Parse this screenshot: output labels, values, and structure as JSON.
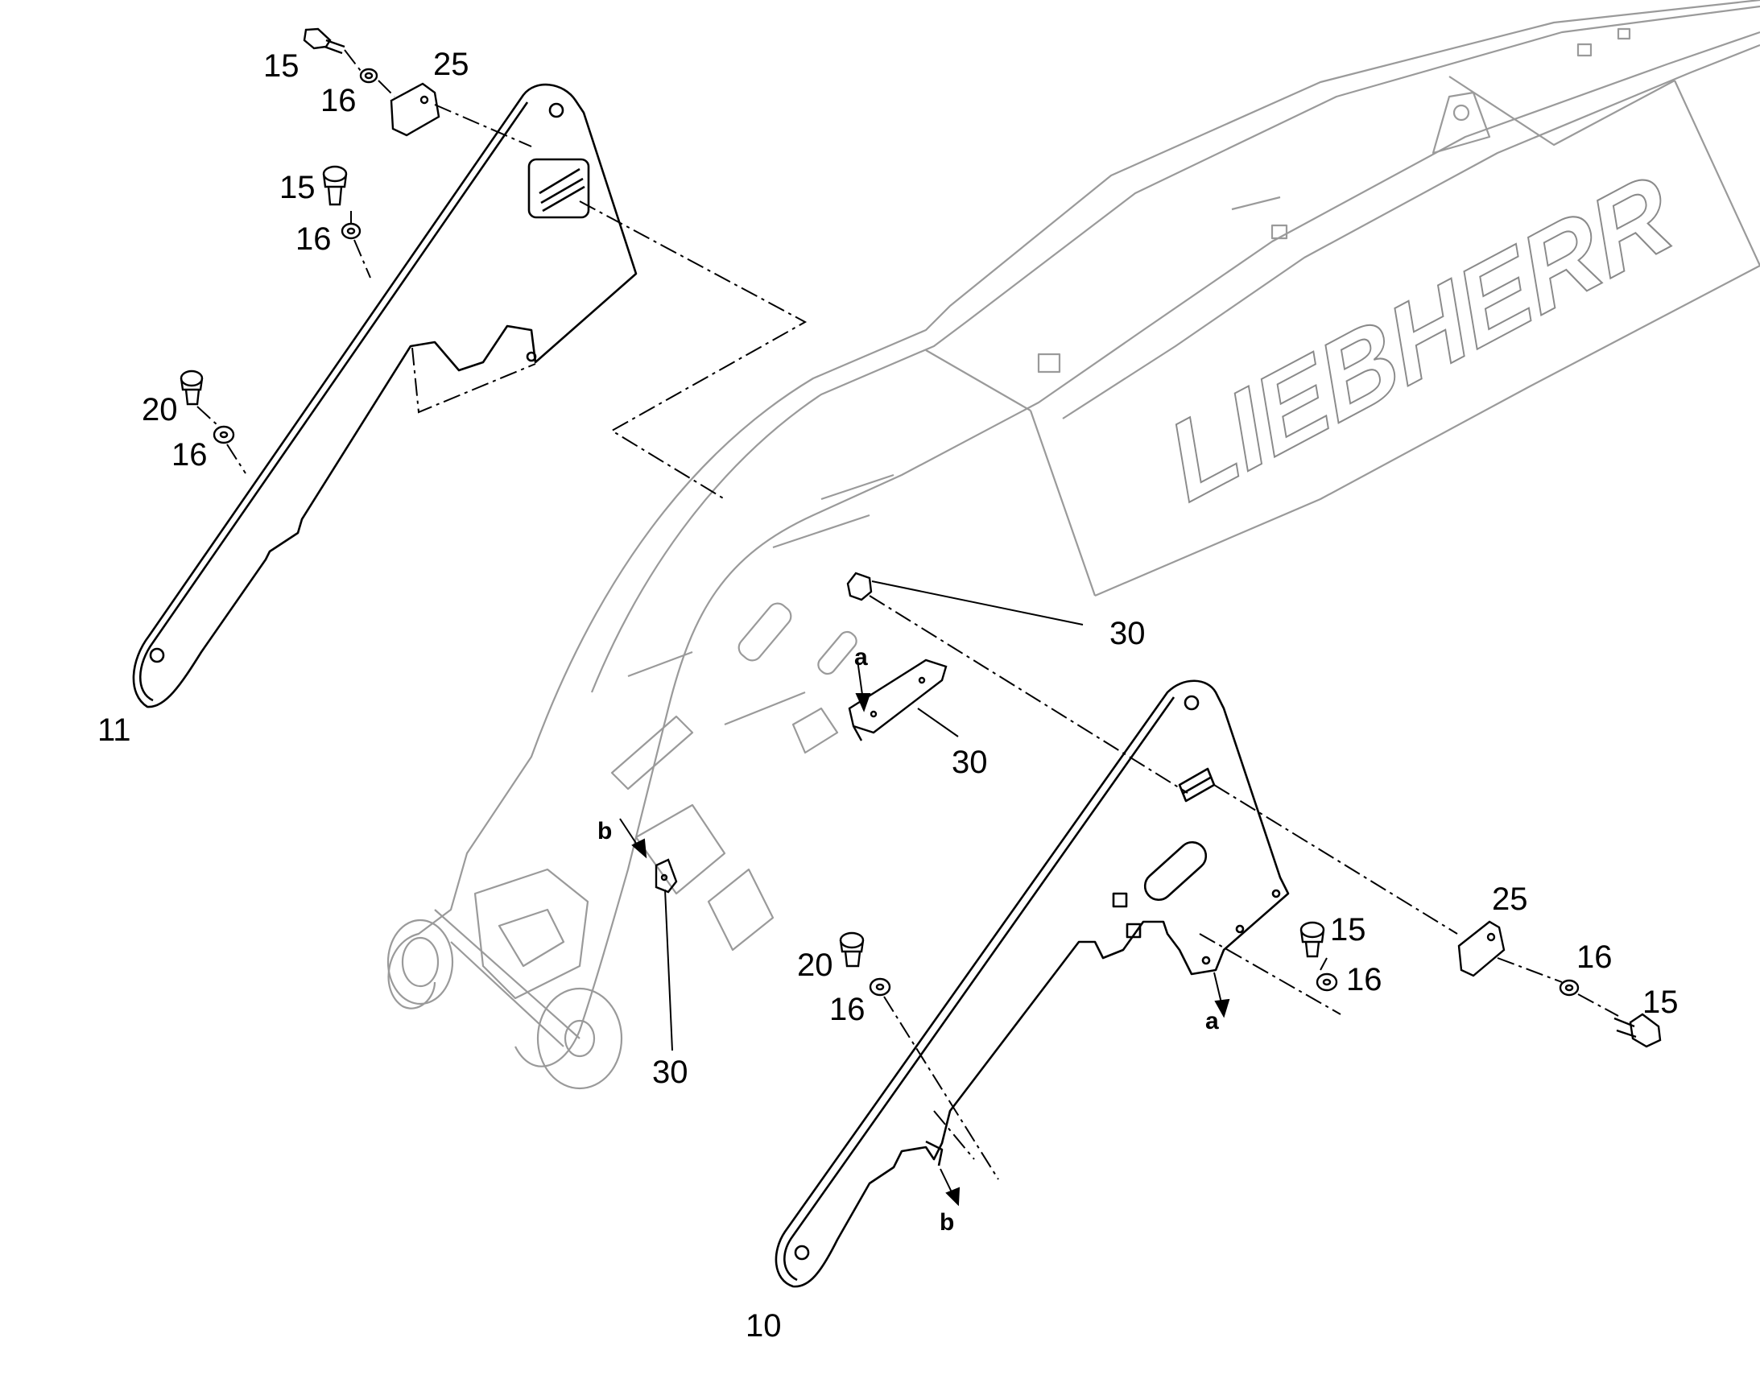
{
  "callouts": {
    "c15_top_left": "15",
    "c16_top_left": "16",
    "c25_top_left": "25",
    "c15_mid_left": "15",
    "c16_mid_left": "16",
    "c20_left": "20",
    "c16_lower_left": "16",
    "c11": "11",
    "c30_upper": "30",
    "c30_middle": "30",
    "c30_lower": "30",
    "c20_right": "20",
    "c16_right_a": "16",
    "c15_right_mid": "15",
    "c16_right_mid": "16",
    "c25_right": "25",
    "c16_far_right": "16",
    "c15_far_right": "15",
    "c10": "10"
  },
  "markers": {
    "a_boom": "a",
    "b_boom": "b",
    "a_plate": "a",
    "b_plate": "b"
  },
  "boom_lettering": "LIEBHERR",
  "colors": {
    "outline": "#000000",
    "boom_outline": "#9a9a9a",
    "background": "#ffffff"
  }
}
